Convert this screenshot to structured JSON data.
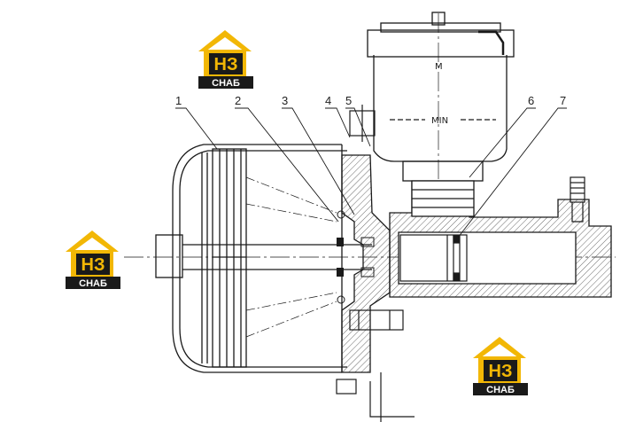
{
  "watermark": {
    "monogram": "НЗ",
    "caption": "СНАБ",
    "colors": {
      "roof": "#f2b705",
      "body": "#f2b705",
      "box": "#1a1a1a",
      "caption_bg": "#1a1a1a",
      "caption_text": "#ffffff"
    }
  },
  "drawing": {
    "callouts": [
      "1",
      "2",
      "3",
      "4",
      "5",
      "6",
      "7"
    ],
    "reservoir_min_label": "MIN",
    "reservoir_max_mark": "M"
  },
  "colors": {
    "line": "#1a1a1a",
    "hatch": "#444444",
    "background": "#ffffff"
  }
}
